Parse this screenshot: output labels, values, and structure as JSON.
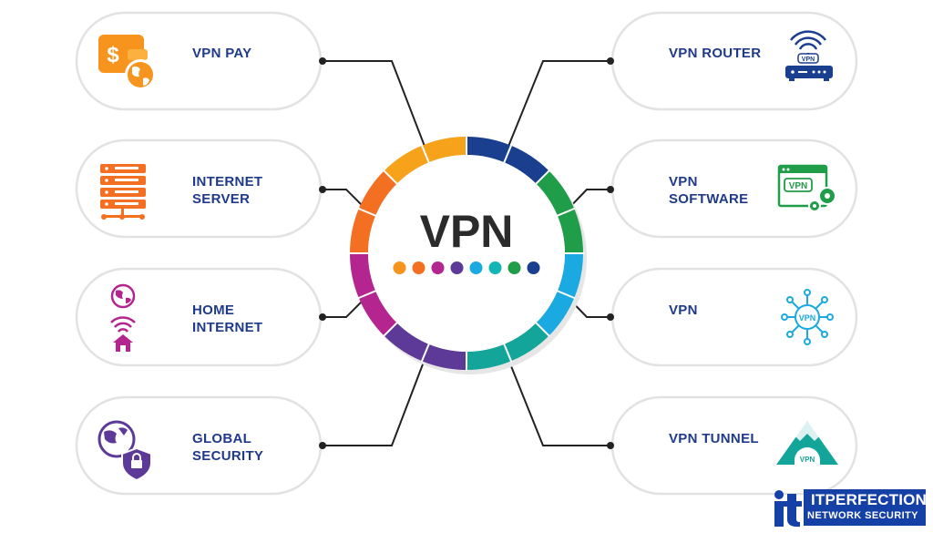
{
  "center": {
    "title": "VPN",
    "dot_colors": [
      "#f7941d",
      "#f36f21",
      "#b5258f",
      "#5e3a98",
      "#1ba9e1",
      "#13b5b5",
      "#1f9d48",
      "#1b3f8f"
    ]
  },
  "ring_colors": [
    "#1b3f8f",
    "#1f9d48",
    "#1ba9e1",
    "#13a59a",
    "#5e3a98",
    "#b5258f",
    "#f36f21",
    "#f7a21b"
  ],
  "cards": {
    "vpn_pay": {
      "lines": [
        "VPN PAY"
      ],
      "icon": "dollar-wallet-globe-icon",
      "color": "#f7941d"
    },
    "internet_server": {
      "lines": [
        "INTERNET",
        "SERVER"
      ],
      "icon": "server-rack-icon",
      "color": "#f36f21"
    },
    "home_internet": {
      "lines": [
        "HOME",
        "INTERNET"
      ],
      "icon": "home-wifi-icon",
      "color": "#b5258f"
    },
    "global_security": {
      "lines": [
        "GLOBAL",
        "SECURITY"
      ],
      "icon": "globe-shield-icon",
      "color": "#5e3a98"
    },
    "vpn_router": {
      "lines": [
        "VPN ROUTER"
      ],
      "icon": "router-icon",
      "color": "#1b3f8f"
    },
    "vpn_software": {
      "lines": [
        "VPN",
        "SOFTWARE"
      ],
      "icon": "software-window-gears-icon",
      "color": "#1f9d48",
      "badge": "VPN"
    },
    "vpn": {
      "lines": [
        "VPN"
      ],
      "icon": "network-hub-icon",
      "color": "#1ba9e1",
      "badge": "VPN"
    },
    "vpn_tunnel": {
      "lines": [
        "VPN TUNNEL"
      ],
      "icon": "tunnel-mountain-icon",
      "color": "#13a59a",
      "badge": "VPN"
    }
  },
  "brand": {
    "name": "ITPERFECTION",
    "tagline": "NETWORK SECURITY",
    "color": "#1540a6"
  }
}
